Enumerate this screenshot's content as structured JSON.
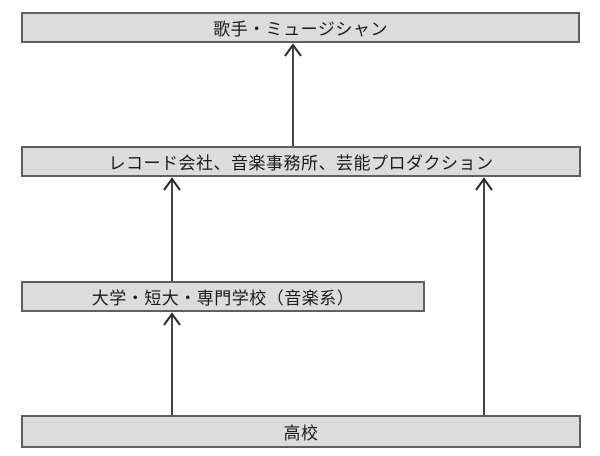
{
  "diagram": {
    "description": "Career path flowchart to becoming a singer/musician",
    "nodes": {
      "singer": {
        "label": "歌手・ミュージシャン"
      },
      "record_company": {
        "label": "レコード会社、音楽事務所、芸能プロダクション"
      },
      "college": {
        "label": "大学・短大・専門学校（音楽系）"
      },
      "high_school": {
        "label": "高校"
      }
    },
    "edges": [
      {
        "from": "record_company",
        "to": "singer"
      },
      {
        "from": "college",
        "to": "record_company"
      },
      {
        "from": "high_school",
        "to": "record_company"
      },
      {
        "from": "high_school",
        "to": "college"
      }
    ],
    "colors": {
      "node_fill": "#dcdcdc",
      "node_border": "#5f5f5f",
      "arrow": "#444444",
      "text": "#1a1a1a",
      "background": "#ffffff"
    }
  }
}
